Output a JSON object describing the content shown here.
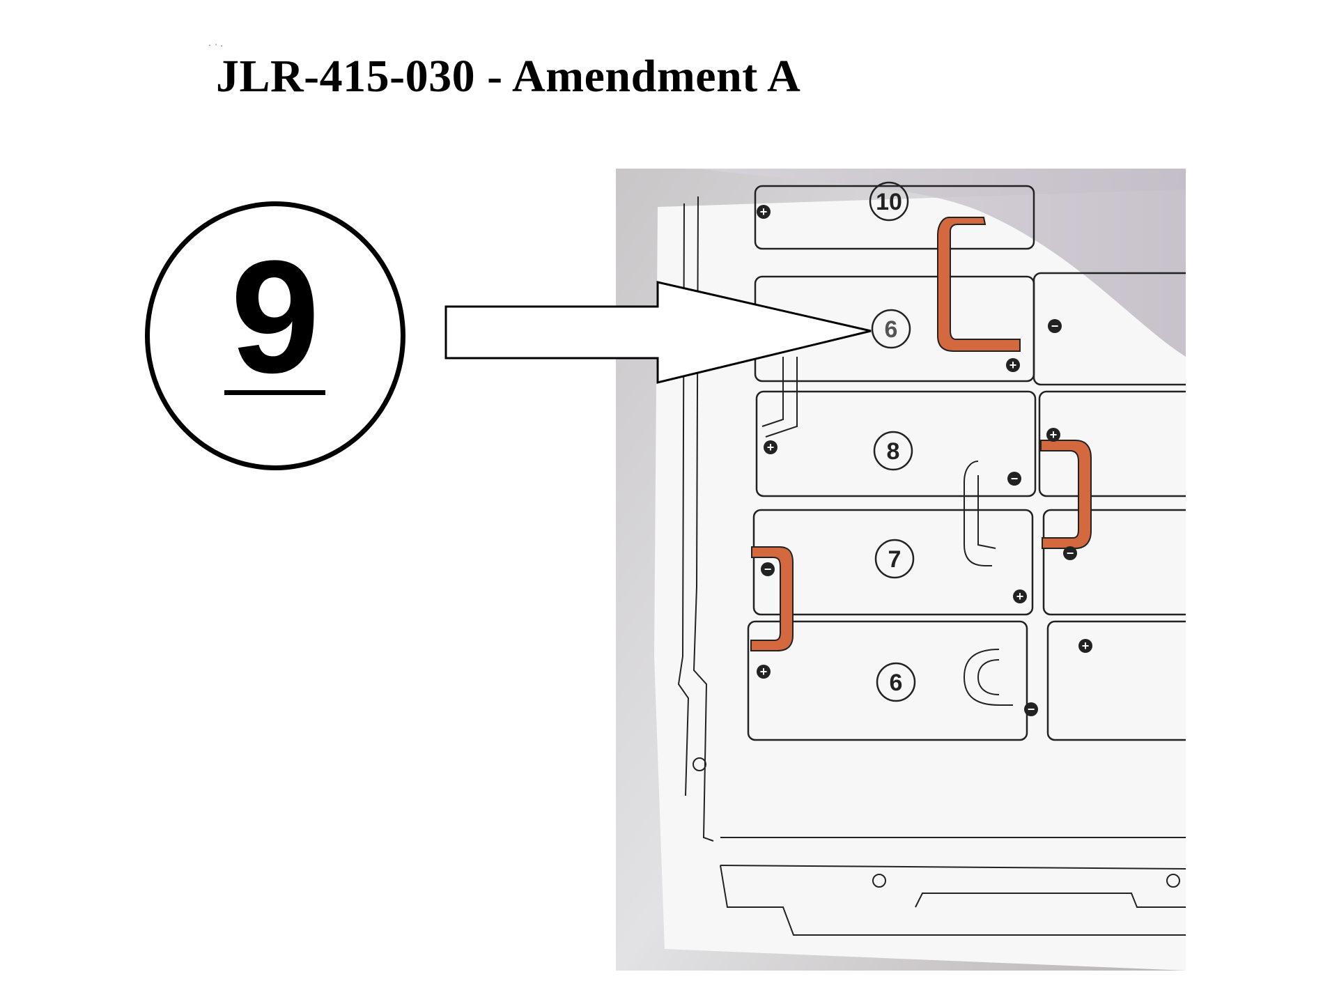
{
  "document": {
    "title": "JLR-415-030 - Amendment A"
  },
  "callout": {
    "number": "9"
  },
  "photo": {
    "battery_labels": [
      "10",
      "6",
      "8",
      "7",
      "6"
    ],
    "terminal_symbols": {
      "positive": "+",
      "negative": "−"
    },
    "colors": {
      "link_highlight": "#d4683f",
      "paper": "#f7f7f7",
      "line": "#222222"
    }
  }
}
